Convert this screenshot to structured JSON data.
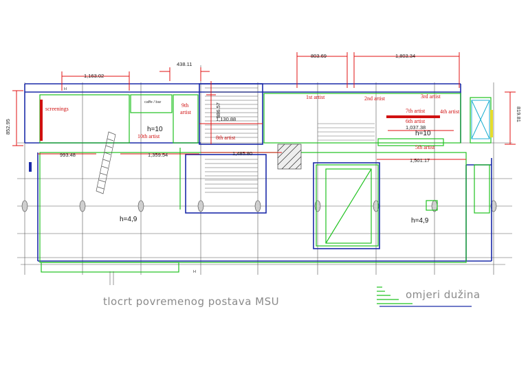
{
  "dimensions": {
    "d_803": "803.69",
    "d_1803": "1,803.34",
    "d_1163": "1,163.02",
    "d_438": "438.11",
    "d_852": "852.95",
    "d_819": "819.81",
    "d_886": "886.57",
    "d_1130": "1,130.88",
    "d_1037": "1,037.38",
    "d_993": "993.48",
    "d_1359": "1,359.54",
    "d_1485": "1,485.80",
    "d_1501": "1,501.17"
  },
  "artists": {
    "a1": "1st artist",
    "a2": "2nd artist",
    "a3": "3rd artist",
    "a4": "4th artist",
    "a5": "5th artist",
    "a6": "6th artist",
    "a7": "7th artist",
    "a8": "8th artist",
    "a9": "9th artist",
    "a10": "10th artist"
  },
  "labels": {
    "screenings": "screenings",
    "h10_left": "h=10",
    "h10_right": "h=10",
    "h49_left": "h=4,9",
    "h49_right": "h=4,9",
    "cafe": "caffe / bar",
    "marker_h": "H"
  },
  "caption": "tlocrt povremenog postava MSU",
  "legend": {
    "label": "omjeri dužina"
  },
  "colors": {
    "wall_blue": "#1a2aa8",
    "outline_green": "#1fc21f",
    "dim_red": "#e01010",
    "grid": "#555555"
  }
}
